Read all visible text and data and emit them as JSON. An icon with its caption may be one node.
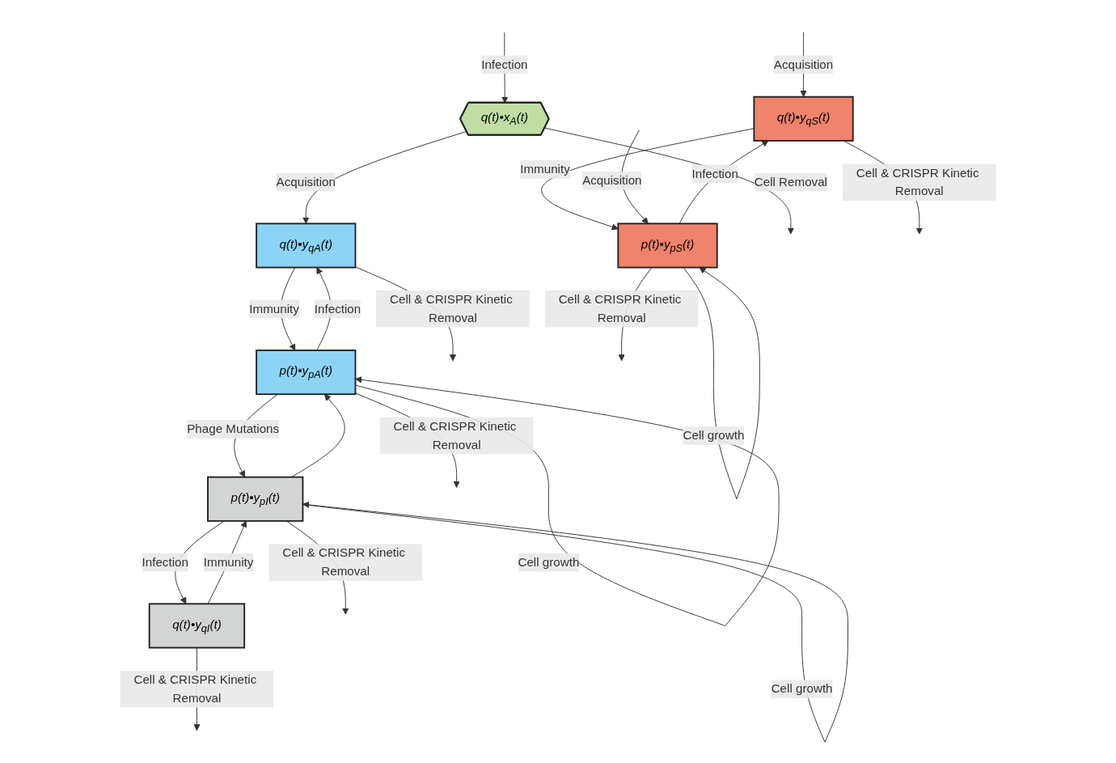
{
  "diagram": {
    "nodes": [
      {
        "text": [
          "q(t)•x$_{A}$(t)"
        ]
      },
      {
        "text": [
          "q(t)•y$_{qA}$(t)"
        ]
      },
      {
        "text": [
          "q(t)•y$_{qI}$(t)"
        ]
      },
      {
        "text": [
          "q(t)•y$_{qS}$(t)"
        ]
      },
      {
        "text": [
          "p(t)•y$_{pA}$(t)"
        ]
      },
      {
        "text": [
          "p(t)•y$_{pI}$(t)"
        ]
      },
      {
        "text": [
          "p(t)•y$_{pS}$(t)"
        ]
      }
    ],
    "edges": [
      {
        "from": 0,
        "to": null,
        "arrow": "to",
        "label": "Cell Removal"
      },
      {
        "from": null,
        "to": 0,
        "arrow": "to",
        "label": "Infection"
      },
      {
        "from": 0,
        "to": 1,
        "arrow": "to",
        "label": "Acquisition"
      },
      {
        "from": 1,
        "to": null,
        "arrow": "to",
        "label": "Cell & CRISPR Kinetic Removal"
      },
      {
        "from": 2,
        "to": null,
        "arrow": "to",
        "label": "Cell & CRISPR Kinetic Removal"
      },
      {
        "from": 3,
        "to": null,
        "arrow": "to",
        "label": "Cell & CRISPR Kinetic Removal"
      },
      {
        "from": null,
        "to": 3,
        "arrow": "to",
        "label": "Acquisition"
      },
      {
        "from": 1,
        "to": 4,
        "arrow": "to",
        "label": "Immunity"
      },
      {
        "from": 4,
        "to": 1,
        "arrow": "to",
        "label": "Infection"
      },
      {
        "from": 2,
        "to": 5,
        "arrow": "to",
        "label": "Immunity"
      },
      {
        "from": 5,
        "to": 2,
        "arrow": "to",
        "label": "Infection"
      },
      {
        "from": 3,
        "to": 6,
        "arrow": "to",
        "label": "Immunity"
      },
      {
        "from": 6,
        "to": 3,
        "arrow": "to",
        "label": "Infection"
      },
      {
        "from": 4,
        "to": 5,
        "arrow": "to",
        "label": "Phage Mutations"
      },
      {
        "from": 5,
        "to": 4,
        "arrow": "to"
      },
      {
        "from": 4,
        "to": 4,
        "arrow": "to",
        "label": "Cell growth"
      },
      {
        "from": 5,
        "to": 5,
        "arrow": "to",
        "label": "Cell growth"
      },
      {
        "from": 6,
        "to": 6,
        "arrow": "to",
        "label": "Cell growth"
      },
      {
        "from": null,
        "to": 6,
        "arrow": "to",
        "label": "Acquisition"
      },
      {
        "from": 4,
        "to": null,
        "arrow": "to",
        "label": "Cell & CRISPR Kinetic Removal"
      },
      {
        "from": 5,
        "to": null,
        "arrow": "to",
        "label": "Cell & CRISPR Kinetic Removal"
      },
      {
        "from": 6,
        "to": null,
        "arrow": "to",
        "label": "Cell & CRISPR Kinetic Removal"
      }
    ]
  }
}
